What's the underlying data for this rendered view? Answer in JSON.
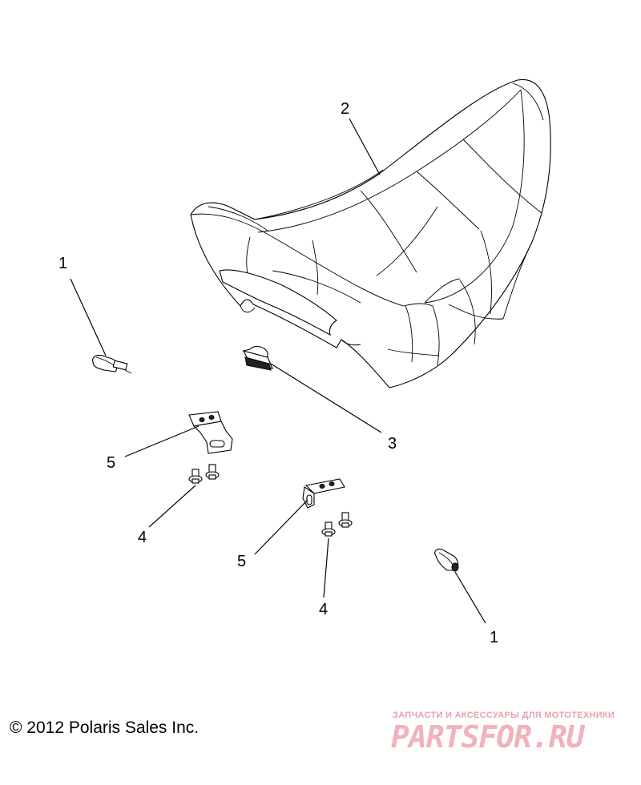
{
  "callouts": [
    {
      "number": "1"
    },
    {
      "number": "2"
    },
    {
      "number": "3"
    },
    {
      "number": "5"
    },
    {
      "number": "4"
    },
    {
      "number": "5"
    },
    {
      "number": "4"
    },
    {
      "number": "1"
    }
  ],
  "footer": {
    "copyright": "© 2012 Polaris Sales Inc."
  },
  "watermark": {
    "tagline": "ЗАПЧАСТИ И АКСЕССУАРЫ ДЛЯ МОТОТЕХНИКИ",
    "name": "PARTSFOR.RU"
  }
}
